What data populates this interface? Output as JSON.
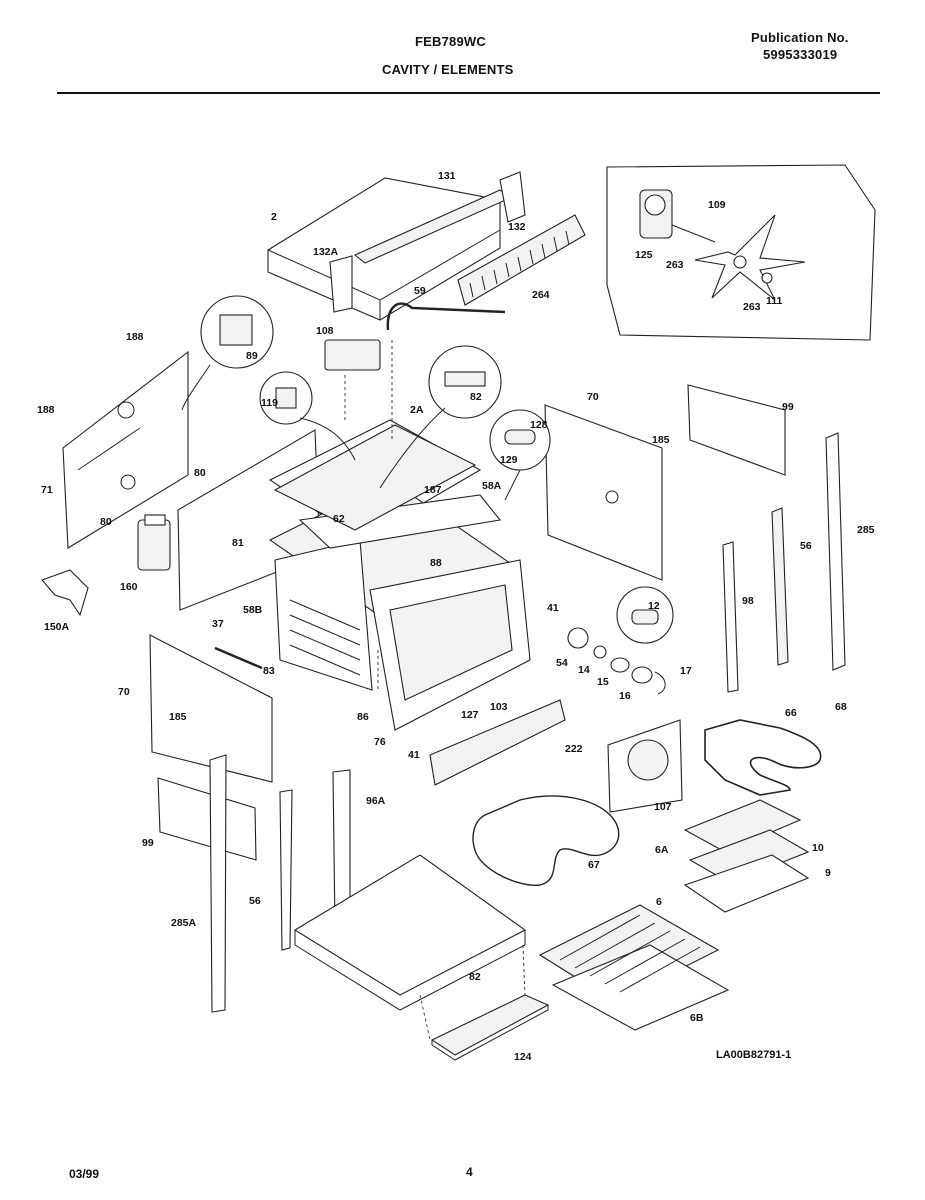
{
  "header": {
    "model": "FEB789WC",
    "section": "CAVITY / ELEMENTS",
    "publication_label": "Publication No.",
    "publication_number": "5995333019"
  },
  "diagram_code": "LA00B82791-1",
  "footer": {
    "date": "03/99",
    "page": "4"
  },
  "callouts": {
    "c131": "131",
    "c2": "2",
    "c132": "132",
    "c132A": "132A",
    "c264": "264",
    "c59": "59",
    "c109": "109",
    "c125": "125",
    "c263a": "263",
    "c263b": "263",
    "c111": "111",
    "c188a": "188",
    "c188b": "188",
    "c108": "108",
    "c89": "89",
    "c119": "119",
    "c82a": "82",
    "c2A": "2A",
    "c70a": "70",
    "c99a": "99",
    "c128": "128",
    "c129": "129",
    "c185a": "185",
    "c80a": "80",
    "c80b": "80",
    "c187": "187",
    "c58A": "58A",
    "c71": "71",
    "c62": "62",
    "c81": "81",
    "c88": "88",
    "c285": "285",
    "c56a": "56",
    "c160": "160",
    "c150A": "150A",
    "c58B": "58B",
    "c98": "98",
    "c12": "12",
    "c41a": "41",
    "c37": "37",
    "c54": "54",
    "c14": "14",
    "c15": "15",
    "c16": "16",
    "c17": "17",
    "c83": "83",
    "c70b": "70",
    "c185b": "185",
    "c86": "86",
    "c127": "127",
    "c103": "103",
    "c76": "76",
    "c41b": "41",
    "c222": "222",
    "c66": "66",
    "c68": "68",
    "c107": "107",
    "c99b": "99",
    "c96A": "96A",
    "c67": "67",
    "c6A": "6A",
    "c10": "10",
    "c9": "9",
    "c285A": "285A",
    "c56b": "56",
    "c6": "6",
    "c82b": "82",
    "c6B": "6B",
    "c124": "124"
  }
}
